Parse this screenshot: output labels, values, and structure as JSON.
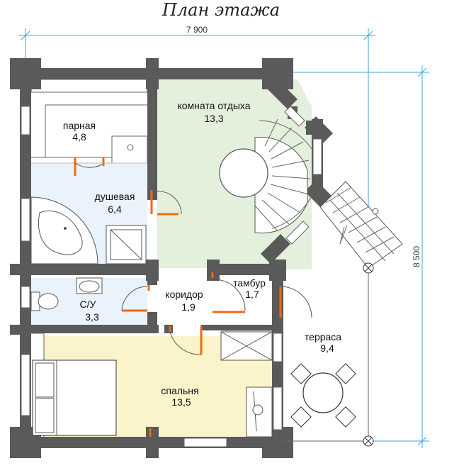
{
  "title": "План этажа",
  "dimensions": {
    "width": "7 900",
    "height": "8 500"
  },
  "rooms": [
    {
      "id": "parnaya",
      "name": "парная",
      "area": "4,8"
    },
    {
      "id": "komnata",
      "name": "комната отдыха",
      "area": "13,3"
    },
    {
      "id": "dushevaya",
      "name": "душевая",
      "area": "6,4"
    },
    {
      "id": "su",
      "name": "С/У",
      "area": "3,3"
    },
    {
      "id": "koridor",
      "name": "коридор",
      "area": "1,9"
    },
    {
      "id": "tambur",
      "name": "тамбур",
      "area": "1,7"
    },
    {
      "id": "terrasa",
      "name": "терраса",
      "area": "9,4"
    },
    {
      "id": "spalnya",
      "name": "спальня",
      "area": "13,5"
    }
  ],
  "colors": {
    "rest_room": "#e3f0dc",
    "wet_zone": "#eaf3fb",
    "bedroom": "#fbf3c9",
    "wall": "#5a5a5a",
    "door": "#f06a10",
    "dimension_line": "#3fa3e0"
  }
}
